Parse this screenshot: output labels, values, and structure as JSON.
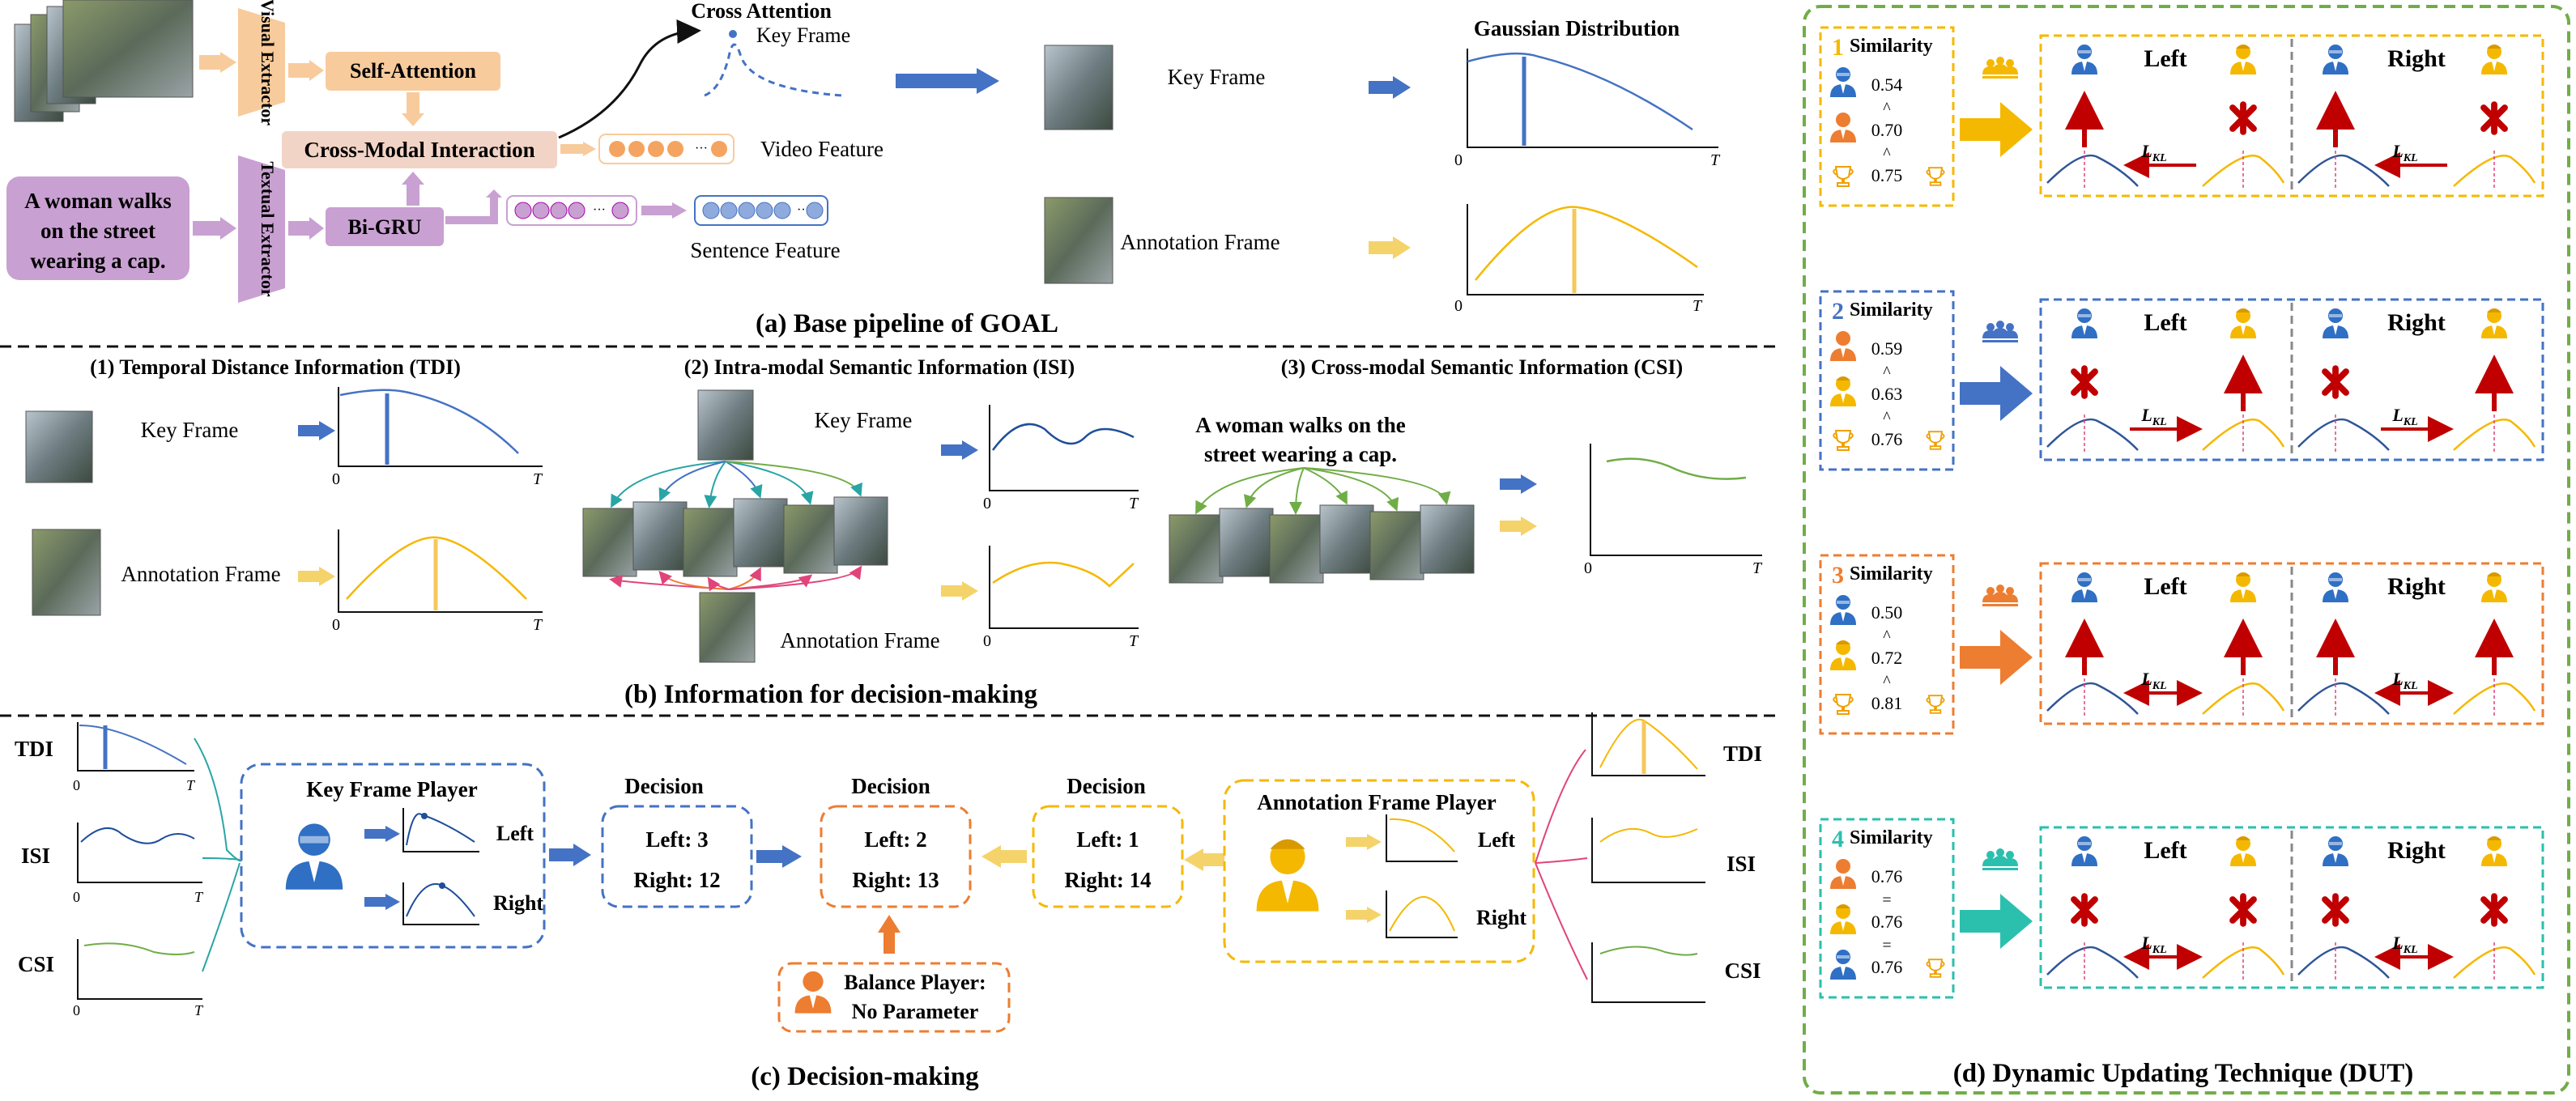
{
  "section_a": {
    "caption": "(a) Base pipeline of GOAL",
    "visual_extractor": "Visual Extractor",
    "textual_extractor": "Textual Extractor",
    "self_attention": "Self-Attention",
    "cross_modal_interaction": "Cross-Modal Interaction",
    "bi_gru": "Bi-GRU",
    "query_line1": "A woman walks",
    "query_line2": "on the street",
    "query_line3": "wearing a cap.",
    "cross_attention": "Cross Attention",
    "key_frame_small": "Key Frame",
    "video_feature": "Video Feature",
    "sentence_feature": "Sentence Feature",
    "key_frame": "Key Frame",
    "annotation_frame": "Annotation Frame",
    "gaussian_title": "Gaussian Distribution",
    "axis_zero": "0",
    "axis_t": "T"
  },
  "section_b": {
    "caption": "(b) Information for decision-making",
    "tdi_title": "(1) Temporal Distance Information (TDI)",
    "isi_title": "(2) Intra-modal Semantic Information (ISI)",
    "csi_title": "(3) Cross-modal Semantic Information (CSI)",
    "key_frame": "Key Frame",
    "annotation_frame": "Annotation Frame",
    "csi_query_line1": "A woman walks on the",
    "csi_query_line2": "street wearing a cap."
  },
  "section_c": {
    "caption": "(c) Decision-making",
    "tdi": "TDI",
    "isi": "ISI",
    "csi": "CSI",
    "key_player": "Key Frame Player",
    "annotation_player": "Annotation Frame Player",
    "left": "Left",
    "right": "Right",
    "decision_title": "Decision",
    "decision_key_left": "Left: 3",
    "decision_key_right": "Right: 12",
    "decision_mid_left": "Left: 2",
    "decision_mid_right": "Right: 13",
    "decision_ann_left": "Left: 1",
    "decision_ann_right": "Right: 14",
    "balance_line1": "Balance Player:",
    "balance_line2": "No Parameter"
  },
  "section_d": {
    "caption": "(d) Dynamic Updating Technique (DUT)",
    "similarity": "Similarity",
    "left": "Left",
    "right": "Right",
    "lkl": "L",
    "lkl_sub": "KL",
    "case_numbers": [
      "1",
      "2",
      "3",
      "4"
    ],
    "case1_values": [
      "0.54",
      "^",
      "0.70",
      "^",
      "0.75"
    ],
    "case2_values": [
      "0.59",
      "^",
      "0.63",
      "^",
      "0.76"
    ],
    "case3_values": [
      "0.50",
      "^",
      "0.72",
      "^",
      "0.81"
    ],
    "case4_values": [
      "0.76",
      "=",
      "0.76",
      "=",
      "0.76"
    ]
  },
  "colors": {
    "blue": "#4472C4",
    "orange": "#ED7D31",
    "gold": "#F5B800",
    "teal": "#2BBFAE",
    "green": "#70AD47",
    "purple": "#C9A7D6",
    "peach": "#F8CBAD",
    "red": "#C00000"
  }
}
